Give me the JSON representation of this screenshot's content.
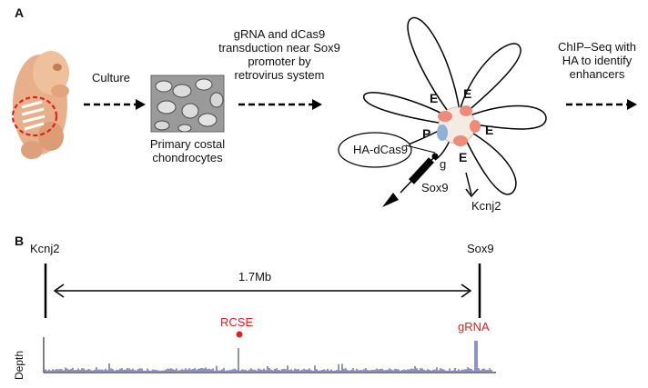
{
  "panel_a": {
    "label": "A",
    "step_culture": "Culture",
    "cells_caption": [
      "Primary costal",
      "chondrocytes"
    ],
    "transduction_text": [
      "gRNA and dCas9",
      "transduction near Sox9",
      "promoter by",
      "retrovirus system"
    ],
    "chip_text": [
      "ChIP–Seq  with",
      "HA to identify",
      "enhancers"
    ],
    "enhancer_label": "E",
    "promoter_label": "P",
    "dcas9_label": "HA-dCas9",
    "grna_label": "g",
    "sox9_label": "Sox9",
    "kcnj2_label": "Kcnj2"
  },
  "panel_b": {
    "label": "B",
    "left_gene": "Kcnj2",
    "right_gene": "Sox9",
    "distance": "1.7Mb",
    "rcse_label": "RCSE",
    "grna_label": "gRNA",
    "track_label": "Depth"
  },
  "colors": {
    "enhancer": "#f08a78",
    "promoter": "#8fb0d8",
    "track": "#1a2a8c",
    "highlight": "#e0201a"
  }
}
